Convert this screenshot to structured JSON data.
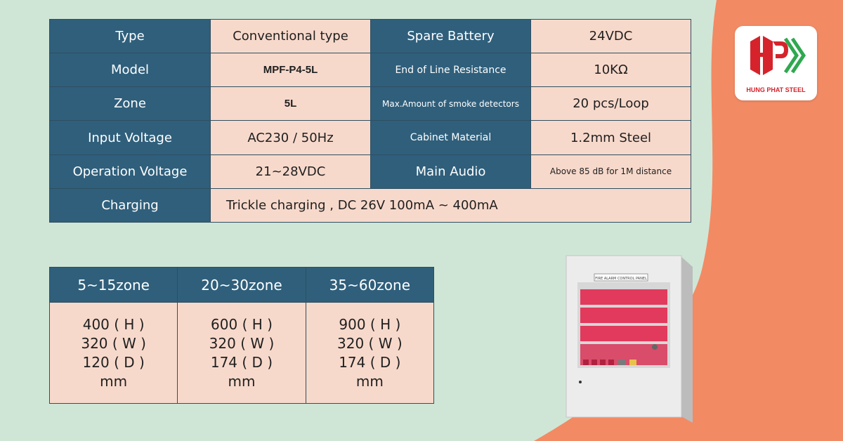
{
  "specs": {
    "rows": [
      {
        "label1": "Type",
        "value1": "Conventional type",
        "label2": "Spare Battery",
        "value2": "24VDC"
      },
      {
        "label1": "Model",
        "value1": "MPF-P4-5L",
        "label2": "End of Line Resistance",
        "value2": "10KΩ"
      },
      {
        "label1": "Zone",
        "value1": "5L",
        "label2": "Max.Amount of smoke detectors",
        "value2": "20 pcs/Loop"
      },
      {
        "label1": "Input Voltage",
        "value1": "AC230 / 50Hz",
        "label2": "Cabinet Material",
        "value2": "1.2mm Steel"
      },
      {
        "label1": "Operation Voltage",
        "value1": "21~28VDC",
        "label2": "Main Audio",
        "value2": "Above 85 dB for 1M distance"
      }
    ],
    "charging_label": "Charging",
    "charging_value": "Trickle charging , DC 26V 100mA ~ 400mA"
  },
  "sizes": {
    "headers": [
      "5~15zone",
      "20~30zone",
      "35~60zone"
    ],
    "columns": [
      {
        "h": "400 ( H )",
        "w": "320 ( W )",
        "d": "120 ( D )",
        "unit": "mm"
      },
      {
        "h": "600 ( H )",
        "w": "320 ( W )",
        "d": "174 ( D )",
        "unit": "mm"
      },
      {
        "h": "900 ( H )",
        "w": "320 ( W )",
        "d": "174 ( D )",
        "unit": "mm"
      }
    ]
  },
  "logo": {
    "text": "HUNG PHAT STEEL",
    "color_red": "#d6232b",
    "color_green": "#2fa84f"
  },
  "product": {
    "panel_title": "FIRE ALARM CONTROL PANEL"
  },
  "colors": {
    "header_blue": "#2f5f7b",
    "cell_peach": "#f7d9cb",
    "bg_green": "#cfe6d6",
    "bg_orange": "#f28a64"
  }
}
